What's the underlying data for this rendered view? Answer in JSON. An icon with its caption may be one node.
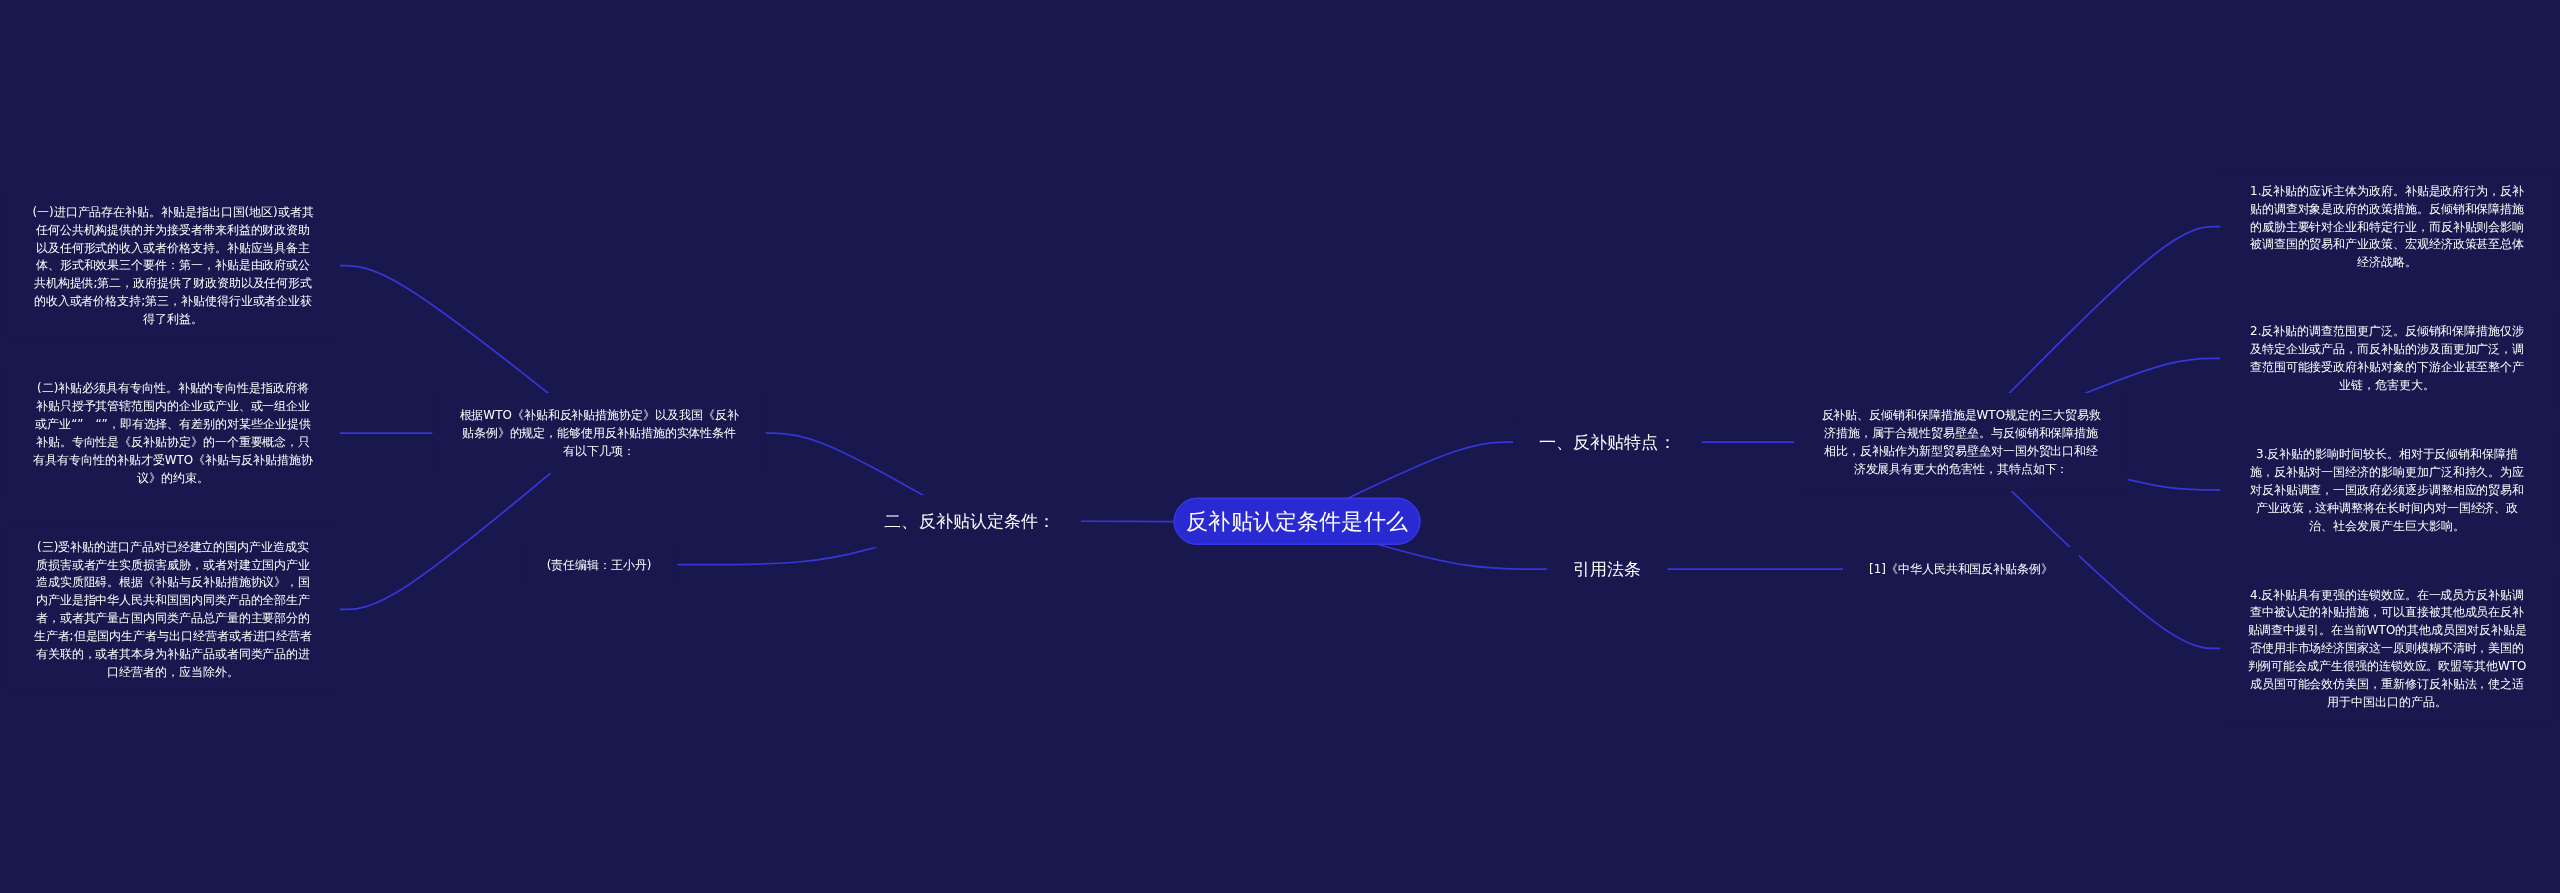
{
  "diagram": {
    "nodes": [
      {
        "text": [
          "反补贴认定条件是什么"
        ]
      },
      {
        "text": [
          "一、反补贴特点："
        ]
      },
      {
        "text": [
          "反补贴、反倾销和保障措施是WTO规定的三大贸易救济措施，属于合规性贸易壁垒。与反倾销和保障措施相比，反补贴作为新型贸易壁垒对一国外贸出口和经济发展具有更大的危害性，其特点如下："
        ]
      },
      {
        "text": [
          "1.反补贴的应诉主体为政府。补贴是政府行为，反补贴的调查对象是政府的政策措施。反倾销和保障措施的威胁主要针对企业和特定行业，而反补贴则会影响被调查国的贸易和产业政策、宏观经济政策甚至总体经济战略。"
        ]
      },
      {
        "text": [
          "2.反补贴的调查范围更广泛。反倾销和保障措施仅涉及特定企业或产品，而反补贴的涉及面更加广泛，调查范围可能接受政府补贴对象的下游企业甚至整个产业链，危害更大。"
        ]
      },
      {
        "text": [
          "3.反补贴的影响时间较长。相对于反倾销和保障措施，反补贴对一国经济的影响更加广泛和持久。为应对反补贴调查，一国政府必须逐步调整相应的贸易和产业政策，这种调整将在长时间内对一国经济、政治、社会发展产生巨大影响。"
        ]
      },
      {
        "text": [
          "4.反补贴具有更强的连锁效应。在一成员方反补贴调查中被认定的补贴措施，可以直接被其他成员在反补贴调查中援引。在当前WTO的其他成员国对反补贴是否使用非市场经济国家这一原则模糊不清时，美国的判例可能会成产生很强的连锁效应。欧盟等其他WTO成员国可能会效仿美国，重新修订反补贴法，使之适用于中国出口的产品。"
        ]
      },
      {
        "text": [
          "二、反补贴认定条件："
        ]
      },
      {
        "text": [
          "根据WTO《补贴和反补贴措施协定》以及我国《反补贴条例》的规定，能够使用反补贴措施的实体性条件有以下几项："
        ]
      },
      {
        "text": [
          "(一)进口产品存在补贴。补贴是指出口国(地区)或者其任何公共机构提供的并为接受者带来利益的财政资助以及任何形式的收入或者价格支持。补贴应当具备主体、形式和效果三个要件：第一，补贴是由政府或公共机构提供;第二，政府提供了财政资助以及任何形式的收入或者价格支持;第三，补贴使得行业或者企业获得了利益。"
        ]
      },
      {
        "text": [
          "(二)补贴必须具有专向性。补贴的专向性是指政府将补贴只授予其管辖范围内的企业或产业、或一组企业或产业“”　“”，即有选择、有差别的对某些企业提供补贴。专向性是《反补贴协定》的一个重要概念，只有具有专向性的补贴才受WTO《补贴与反补贴措施协议》的约束。"
        ]
      },
      {
        "text": [
          "(三)受补贴的进口产品对已经建立的国内产业造成实质损害或者产生实质损害威胁，或者对建立国内产业造成实质阻碍。根据《补贴与反补贴措施协议》，国内产业是指中华人民共和国国内同类产品的全部生产者，或者其产量占国内同类产品总产量的主要部分的生产者;但是国内生产者与出口经营者或者进口经营者有关联的，或者其本身为补贴产品或者同类产品的进口经营者的，应当除外。"
        ]
      },
      {
        "text": [
          "(责任编辑：王小丹)"
        ]
      },
      {
        "text": [
          "引用法条"
        ]
      },
      {
        "text": [
          "[1]《中华人民共和国反补贴条例》"
        ]
      }
    ],
    "edges": [
      {
        "from": 0,
        "to": 1,
        "arrow": "none"
      },
      {
        "from": 1,
        "to": 2,
        "arrow": "none"
      },
      {
        "from": 2,
        "to": 3,
        "arrow": "none"
      },
      {
        "from": 2,
        "to": 4,
        "arrow": "none"
      },
      {
        "from": 2,
        "to": 5,
        "arrow": "none"
      },
      {
        "from": 2,
        "to": 6,
        "arrow": "none"
      },
      {
        "from": 7,
        "to": 0,
        "arrow": "none"
      },
      {
        "from": 8,
        "to": 7,
        "arrow": "none"
      },
      {
        "from": 9,
        "to": 8,
        "arrow": "none"
      },
      {
        "from": 10,
        "to": 8,
        "arrow": "none"
      },
      {
        "from": 11,
        "to": 8,
        "arrow": "none"
      },
      {
        "from": 12,
        "to": 7,
        "arrow": "none"
      },
      {
        "from": 0,
        "to": 13,
        "arrow": "none"
      },
      {
        "from": 13,
        "to": 14,
        "arrow": "none"
      }
    ]
  }
}
